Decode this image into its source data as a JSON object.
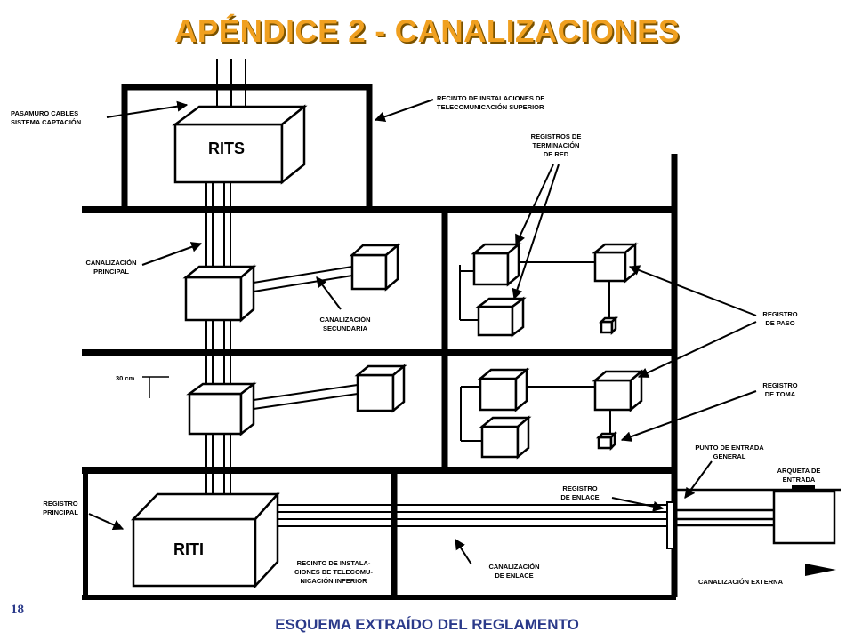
{
  "title": "APÉNDICE 2 - CANALIZACIONES",
  "footer": "ESQUEMA EXTRAÍDO DEL REGLAMENTO",
  "page_number": "18",
  "boxes": {
    "rits": "RITS",
    "riti": "RITI"
  },
  "labels": {
    "pasamuro_1": "PASAMURO CABLES",
    "pasamuro_2": "SISTEMA CAPTACIÓN",
    "recinto_sup_1": "RECINTO DE INSTALACIONES DE",
    "recinto_sup_2": "TELECOMUNICACIÓN SUPERIOR",
    "reg_term_1": "REGISTROS DE",
    "reg_term_2": "TERMINACIÓN",
    "reg_term_3": "DE RED",
    "can_principal_1": "CANALIZACIÓN",
    "can_principal_2": "PRINCIPAL",
    "can_secundaria_1": "CANALIZACIÓN",
    "can_secundaria_2": "SECUNDARIA",
    "reg_paso_1": "REGISTRO",
    "reg_paso_2": "DE PASO",
    "cm30": "30 cm",
    "reg_toma_1": "REGISTRO",
    "reg_toma_2": "DE TOMA",
    "punto_entrada_1": "PUNTO DE ENTRADA",
    "punto_entrada_2": "GENERAL",
    "arqueta_1": "ARQUETA DE",
    "arqueta_2": "ENTRADA",
    "reg_enlace_1": "REGISTRO",
    "reg_enlace_2": "DE ENLACE",
    "reg_principal_1": "REGISTRO",
    "reg_principal_2": "PRINCIPAL",
    "recinto_inf_1": "RECINTO DE INSTALA-",
    "recinto_inf_2": "CIONES DE TELECOMU-",
    "recinto_inf_3": "NICACIÓN INFERIOR",
    "can_enlace_1": "CANALIZACIÓN",
    "can_enlace_2": "DE ENLACE",
    "can_externa": "CANALIZACIÓN EXTERNA"
  }
}
